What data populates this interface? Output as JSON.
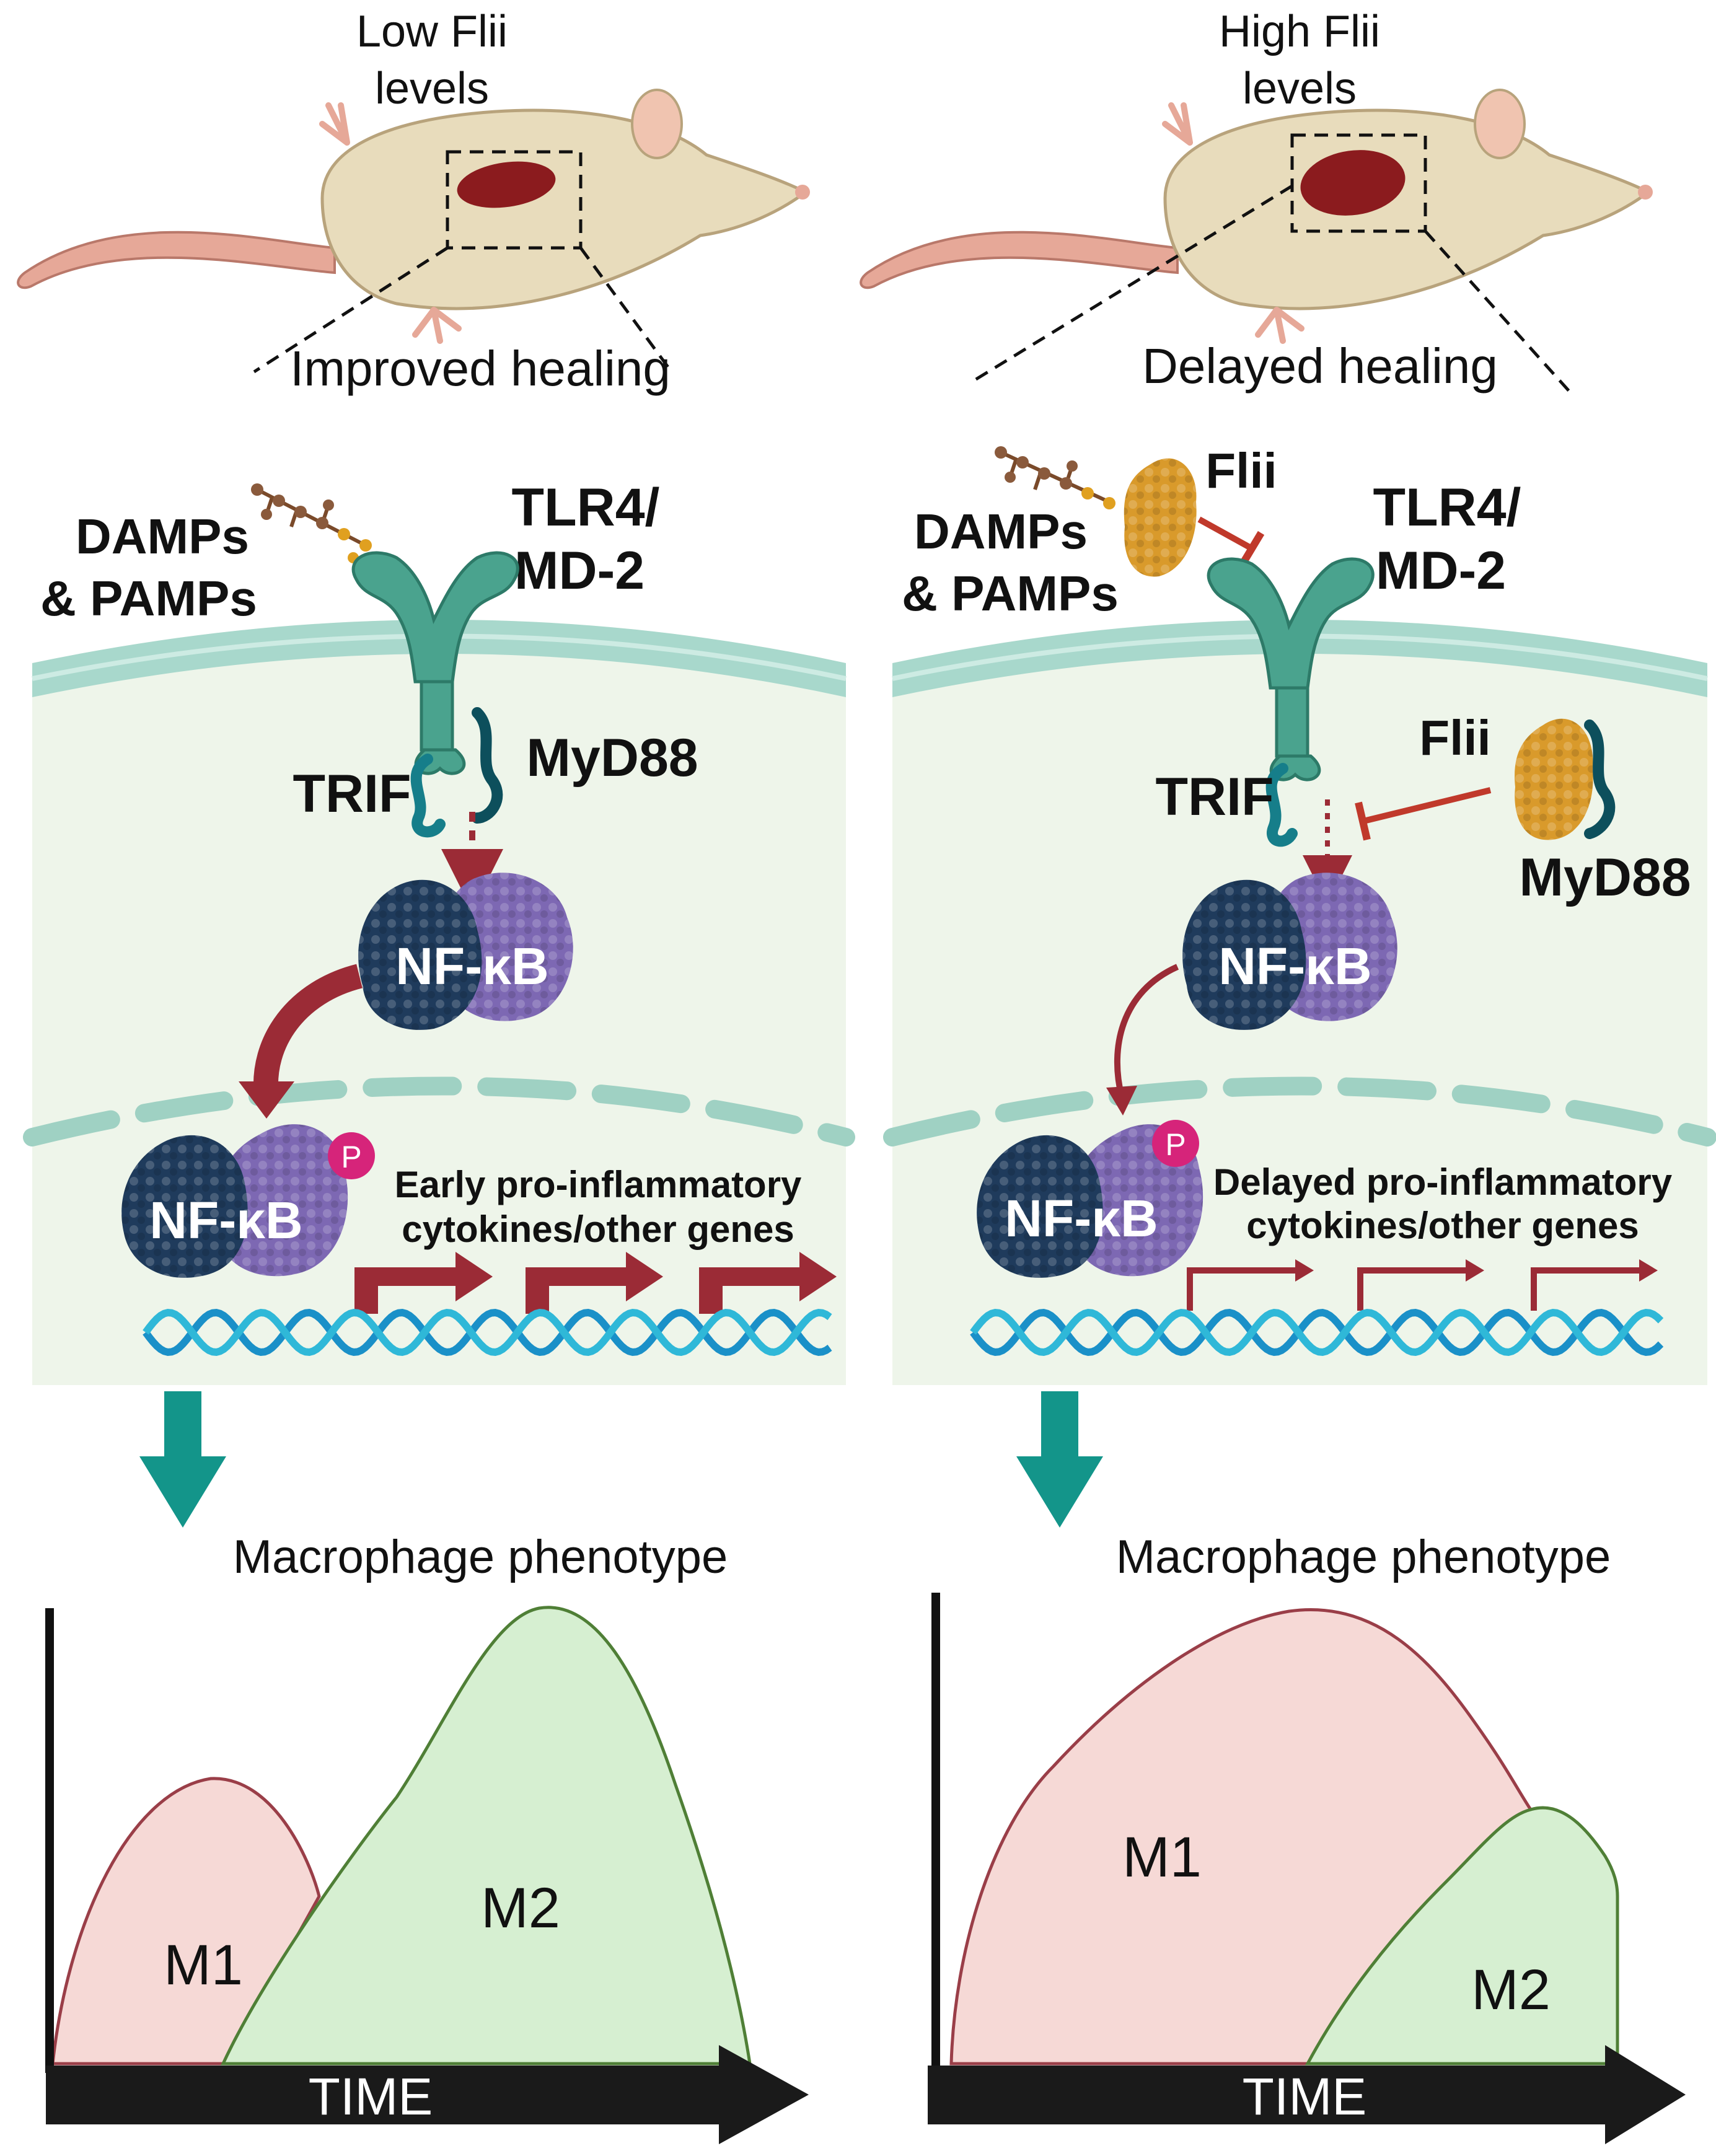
{
  "left_panel": {
    "mouse_label_line1": "Low Flii",
    "mouse_label_line2": "levels",
    "healing_label": "Improved healing",
    "damps_line1": "DAMPs",
    "damps_line2": "& PAMPs",
    "receptor_line1": "TLR4/",
    "receptor_line2": "MD-2",
    "trif": "TRIF",
    "myd88": "MyD88",
    "nfkb_cyto": "NF-κB",
    "nfkb_nuc": "NF-κB",
    "phospho": "P",
    "genes_line1": "Early pro-inflammatory",
    "genes_line2": "cytokines/other genes",
    "phenotype_title": "Macrophage phenotype",
    "m1": "M1",
    "m2": "M2",
    "time": "TIME"
  },
  "right_panel": {
    "mouse_label_line1": "High Flii",
    "mouse_label_line2": "levels",
    "healing_label": "Delayed healing",
    "damps_line1": "DAMPs",
    "damps_line2": "& PAMPs",
    "flii_top": "Flii",
    "receptor_line1": "TLR4/",
    "receptor_line2": "MD-2",
    "trif": "TRIF",
    "flii_mid": "Flii",
    "myd88": "MyD88",
    "nfkb_cyto": "NF-κB",
    "nfkb_nuc": "NF-κB",
    "phospho": "P",
    "genes_line1": "Delayed pro-inflammatory",
    "genes_line2": "cytokines/other genes",
    "phenotype_title": "Macrophage  phenotype",
    "m1": "M1",
    "m2": "M2",
    "time": "TIME"
  },
  "colors": {
    "cell_fill": "#eef5ea",
    "membrane": "#a8d8cc",
    "receptor": "#4aa38e",
    "nfkb_dark": "#1f3b5c",
    "nfkb_light": "#7d68b3",
    "arrow_red": "#9b2b36",
    "flii_orange": "#d99a2b",
    "phospho_pink": "#d6247a",
    "teal_arrow": "#13958a",
    "m1_fill": "#f6d9d6",
    "m1_stroke": "#9a3e48",
    "m2_fill": "#d6efd1",
    "m2_stroke": "#4f7f36",
    "mouse_body": "#e8dcbc",
    "wound": "#8b1b1e"
  }
}
